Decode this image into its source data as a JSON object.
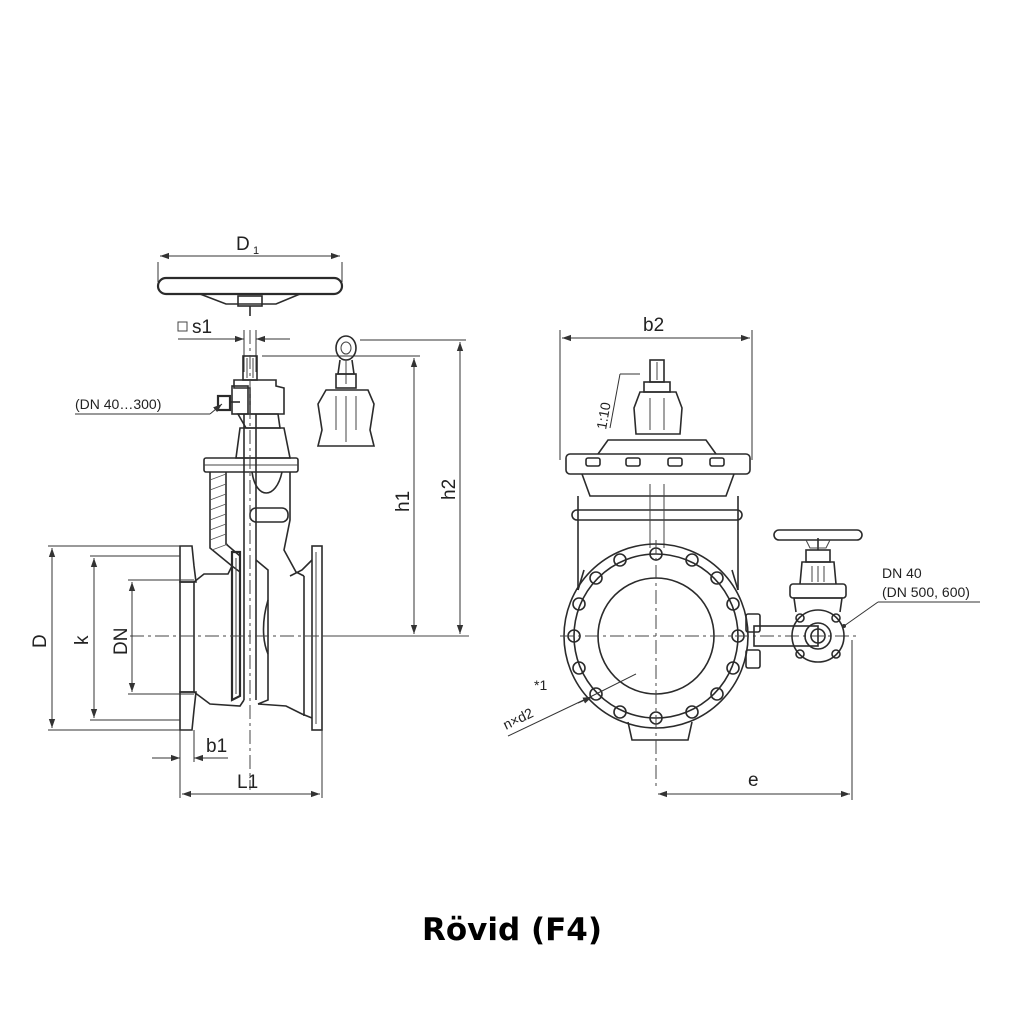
{
  "caption": "Rövid (F4)",
  "side_view": {
    "label_D1_main": "D",
    "label_D1_sub": "1",
    "label_s1": "s1",
    "label_dn_range": "(DN 40…300)",
    "label_D": "D",
    "label_k": "k",
    "label_DN": "DN",
    "label_b1": "b1",
    "label_L1": "L1",
    "label_h1": "h1",
    "label_h2": "h2"
  },
  "front_view": {
    "label_b2": "b2",
    "label_taper": "1:10",
    "label_bypass_dn": "DN 40",
    "label_bypass_range": "(DN 500, 600)",
    "label_nd2": "n×d2",
    "label_note": "*1",
    "label_e": "e"
  }
}
